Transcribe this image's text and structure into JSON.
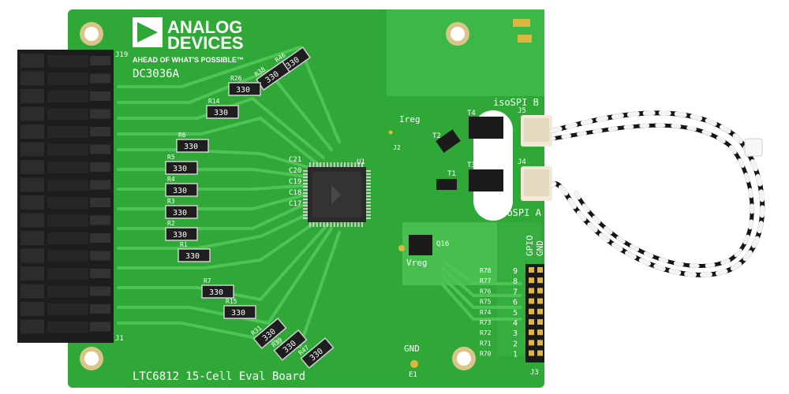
{
  "board": {
    "brand_line1": "ANALOG",
    "brand_line2": "DEVICES",
    "tagline": "AHEAD OF WHAT'S POSSIBLE™",
    "board_id": "DC3036A",
    "title": "LTC6812 15-Cell Eval Board",
    "colors": {
      "pcb": "#2fa838",
      "pcb_dark": "#1f8f2c",
      "trace": "#49c04f",
      "silk": "#ffffff",
      "connector": "#1d1d1d",
      "pad_gold": "#e0b640",
      "cable_black": "#151515",
      "cable_white": "#f4f4f4"
    }
  },
  "labels": {
    "isospi_b": "isoSPI B",
    "isospi_a": "isoSPI A",
    "ireg": "Ireg",
    "vreg": "Vreg",
    "gnd": "GND",
    "e1": "E1",
    "gpio": "GPIO",
    "gnd_header": "GND",
    "j1": "J1",
    "j19": "J19",
    "j3": "J3",
    "j4": "J4",
    "j5": "J5",
    "j2": "J2",
    "t1": "T1",
    "t2": "T2",
    "t3": "T3",
    "t4": "T4",
    "u1": "U1",
    "q16": "Q16"
  },
  "resistors": [
    {
      "ref": "R46",
      "val": "330"
    },
    {
      "ref": "R38",
      "val": "330"
    },
    {
      "ref": "R26",
      "val": "330"
    },
    {
      "ref": "R14",
      "val": "330"
    },
    {
      "ref": "R6",
      "val": "330"
    },
    {
      "ref": "R5",
      "val": "330"
    },
    {
      "ref": "R4",
      "val": "330"
    },
    {
      "ref": "R3",
      "val": "330"
    },
    {
      "ref": "R2",
      "val": "330"
    },
    {
      "ref": "R1",
      "val": "330"
    },
    {
      "ref": "R7",
      "val": "330"
    },
    {
      "ref": "R15",
      "val": "330"
    },
    {
      "ref": "R31",
      "val": "330"
    },
    {
      "ref": "R39",
      "val": "330"
    },
    {
      "ref": "R47",
      "val": "330"
    }
  ],
  "gpio_pins": [
    {
      "ref": "R78",
      "num": "9"
    },
    {
      "ref": "R77",
      "num": "8"
    },
    {
      "ref": "R76",
      "num": "7"
    },
    {
      "ref": "R75",
      "num": "6"
    },
    {
      "ref": "R74",
      "num": "5"
    },
    {
      "ref": "R73",
      "num": "4"
    },
    {
      "ref": "R72",
      "num": "3"
    },
    {
      "ref": "R71",
      "num": "2"
    },
    {
      "ref": "R70",
      "num": "1"
    }
  ],
  "caps": [
    "C21",
    "C20",
    "C19",
    "C18",
    "C17"
  ]
}
